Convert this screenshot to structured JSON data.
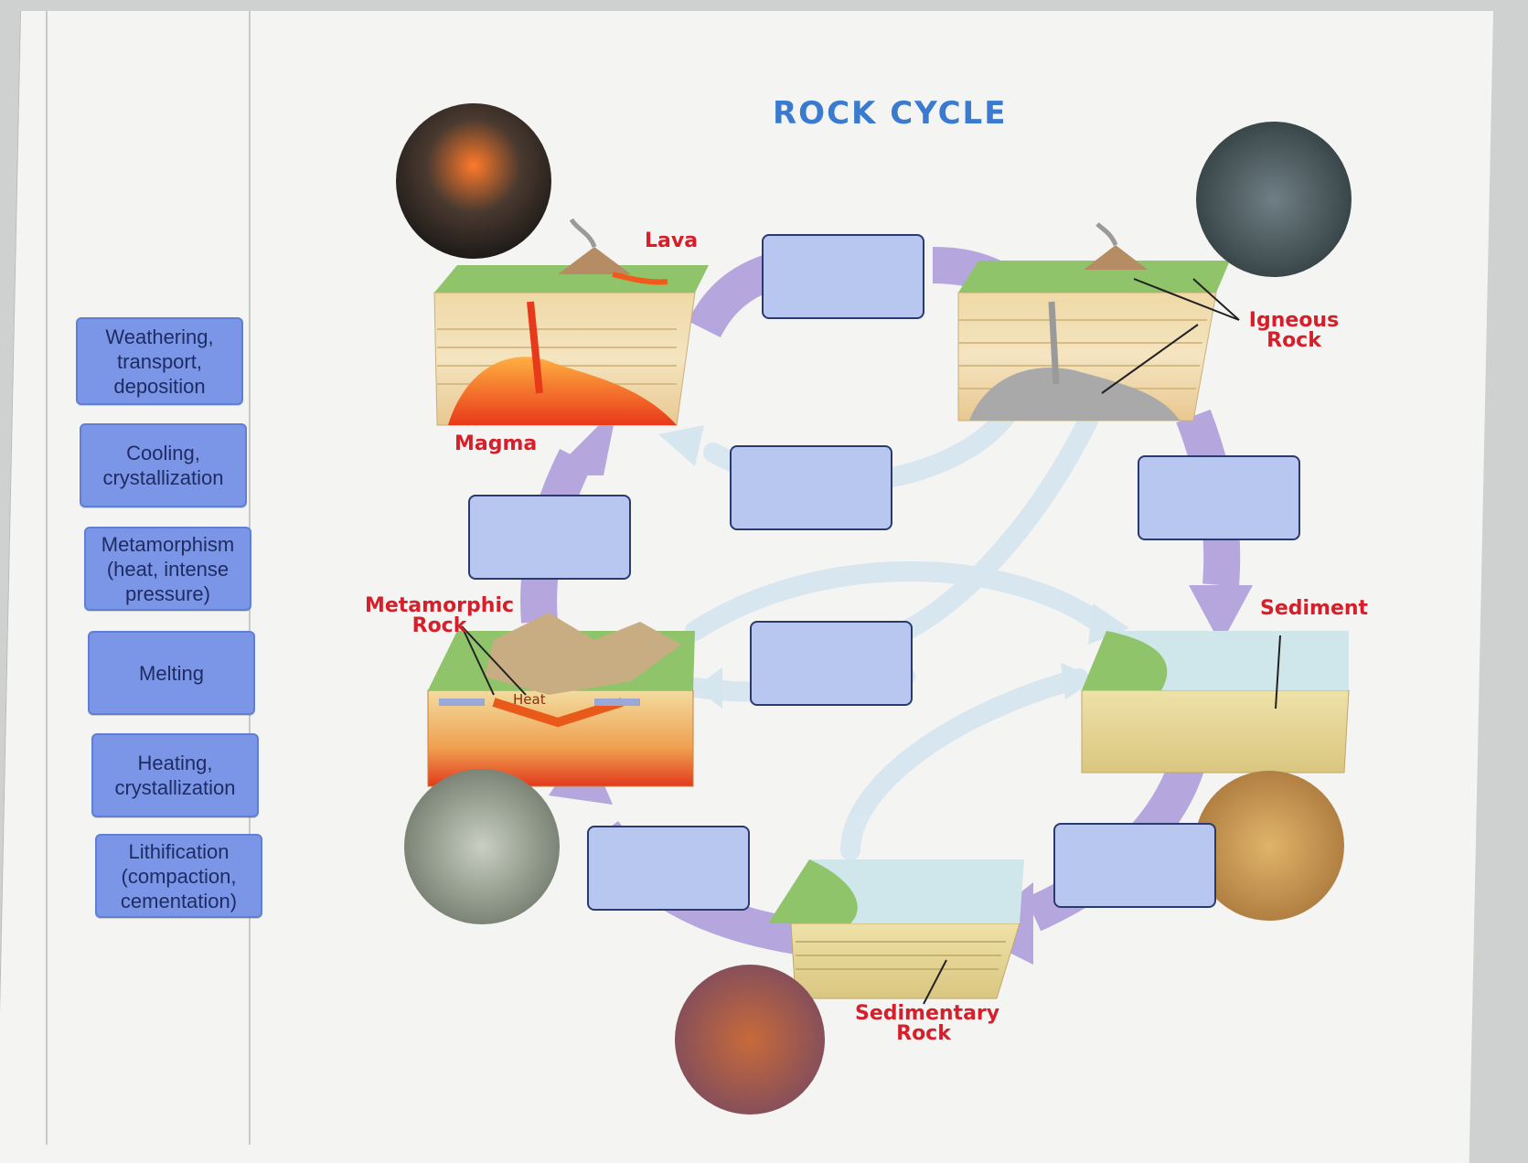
{
  "diagram": {
    "title": "ROCK CYCLE",
    "labels": {
      "lava": "Lava",
      "magma": "Magma",
      "igneous_rock": "Igneous Rock",
      "sediment": "Sediment",
      "metamorphic_rock": "Metamorphic Rock",
      "heat": "Heat",
      "sedimentary_rock": "Sedimentary Rock"
    }
  },
  "answer_bank": [
    "Weathering, transport, deposition",
    "Cooling, crystallization",
    "Metamorphism (heat, intense pressure)",
    "Melting",
    "Heating, crystallization",
    "Lithification (compaction, cementation)"
  ],
  "colors": {
    "chip": "#7b96e6",
    "drop_zone": "#b8c7ef",
    "title": "#3a7bd0",
    "label": "#d61f2a",
    "major_arrow": "#b6a6de",
    "minor_arrow": "#d6e6ef"
  }
}
